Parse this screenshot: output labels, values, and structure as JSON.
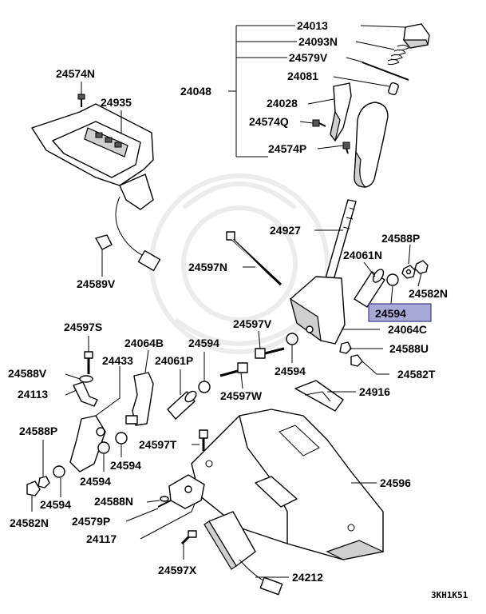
{
  "labels": {
    "p24013": "24013",
    "p24093N": "24093N",
    "p24579V": "24579V",
    "p24081": "24081",
    "p24048": "24048",
    "p24028": "24028",
    "p24574Q": "24574Q",
    "p24574P": "24574P",
    "p24574N": "24574N",
    "p24935": "24935",
    "p24589V": "24589V",
    "p24927": "24927",
    "p24588P_r": "24588P",
    "p24061N": "24061N",
    "p24597N": "24597N",
    "p24582N_r": "24582N",
    "p24594_hl": "24594",
    "p24064C": "24064C",
    "p24597S": "24597S",
    "p24597V": "24597V",
    "p24588U": "24588U",
    "p24064B": "24064B",
    "p24594_a": "24594",
    "p24061P": "24061P",
    "p24433": "24433",
    "p24588V": "24588V",
    "p24594_b": "24594",
    "p24582T": "24582T",
    "p24113": "24113",
    "p24597W": "24597W",
    "p24916": "24916",
    "p24588P_l": "24588P",
    "p24597T": "24597T",
    "p24594_c": "24594",
    "p24594_d": "24594",
    "p24596": "24596",
    "p24594_e": "24594",
    "p24588N": "24588N",
    "p24582N_l": "24582N",
    "p24579P": "24579P",
    "p24117": "24117",
    "p24597X": "24597X",
    "p24212": "24212"
  },
  "reference_code": "3KH1K51",
  "colors": {
    "highlight_fill": "#a9a9d8",
    "highlight_border": "#3a3a8a",
    "line": "#000000"
  }
}
